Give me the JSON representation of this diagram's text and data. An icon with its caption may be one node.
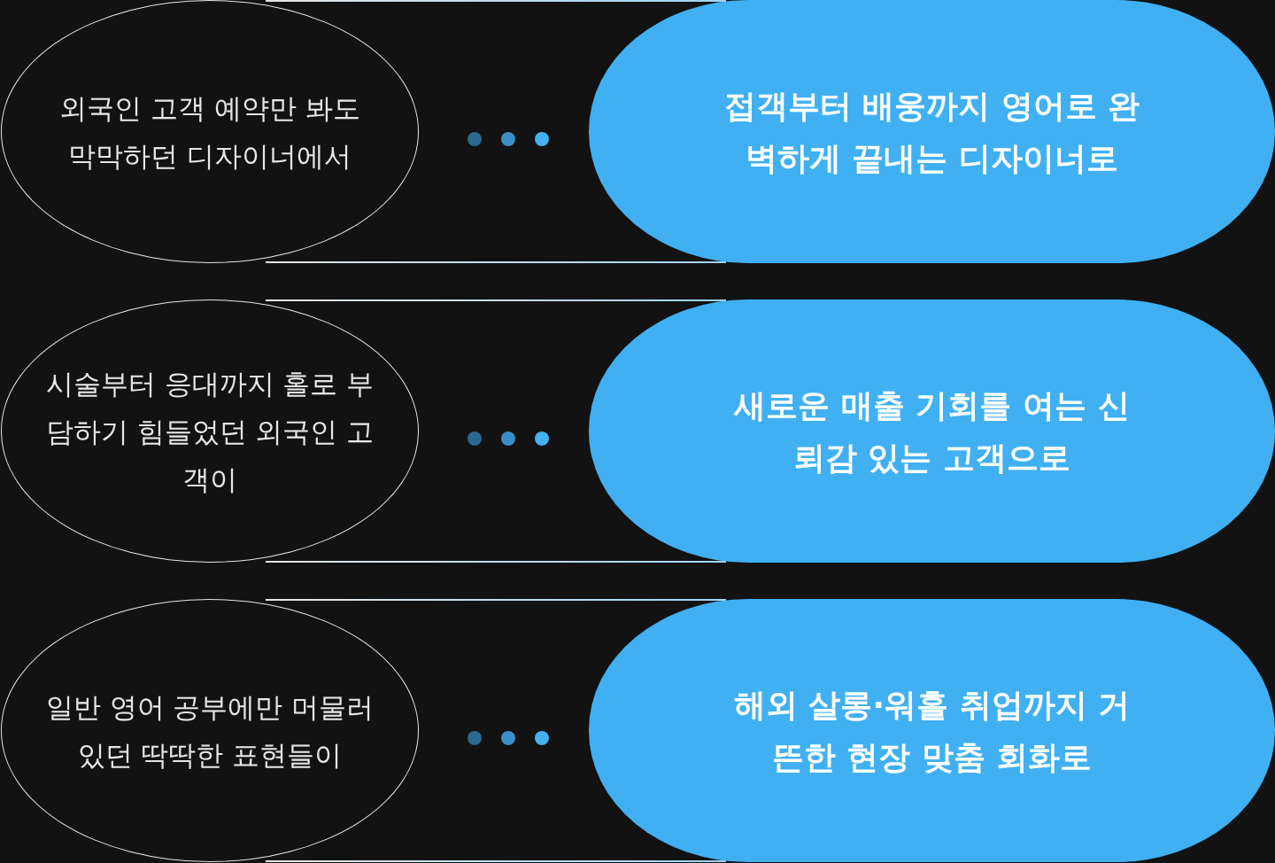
{
  "diagram": {
    "nodes": [
      {
        "text": [
          "외국인 고객 예약만 봐도 막막하던 디자이너에서"
        ]
      },
      {
        "text": [
          "접객부터 배웅까지 영어로 완벽하게 끝내는 디자이너로"
        ]
      },
      {
        "text": [
          "시술부터 응대까지 홀로 부담하기 힘들었던 외국인 고객이"
        ]
      },
      {
        "text": [
          "새로운 매출 기회를 여는 신뢰감 있는 고객으로"
        ]
      },
      {
        "text": [
          "일반 영어 공부에만 머물러 있던 딱딱한 표현들이"
        ]
      },
      {
        "text": [
          "해외 살롱·워홀 취업까지 거뜬한 현장 맞춤 회화로"
        ]
      }
    ]
  }
}
